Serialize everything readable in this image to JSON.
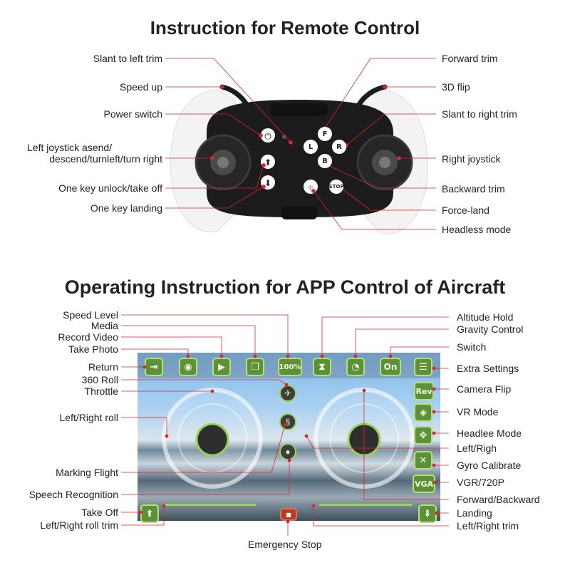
{
  "titles": {
    "remote": "Instruction for Remote Control",
    "app": "Operating Instruction for APP Control of Aircraft"
  },
  "remote_labels": {
    "slant_left_trim": "Slant to left trim",
    "speed_up": "Speed up",
    "power_switch": "Power switch",
    "left_joystick_1": "Left joystick asend/",
    "left_joystick_2": "descend/turnleft/turn right",
    "unlock_takeoff": "One key unlock/take off",
    "key_landing": "One key landing",
    "forward_trim": "Forward trim",
    "flip_3d": "3D flip",
    "slant_right_trim": "Slant to right trim",
    "right_joystick": "Right joystick",
    "backward_trim": "Backward trim",
    "force_land": "Force-land",
    "headless_mode": "Headless mode"
  },
  "remote_buttons": {
    "f": "F",
    "l": "L",
    "r": "R",
    "b": "B",
    "stop": "STOP"
  },
  "app_labels_left": {
    "speed_level": "Speed Level",
    "media": "Media",
    "record_video": "Record Video",
    "take_photo": "Take Photo",
    "return": "Return",
    "roll_360": "360 Roll",
    "throttle": "Throttle",
    "lr_roll": "Left/Right roll",
    "marking_flight": "Marking Flight",
    "speech_recognition": "Speech Recognition",
    "take_off": "Take Off",
    "lr_roll_trim": "Left/Right roll trim"
  },
  "app_labels_right": {
    "altitude_hold": "Altitude Hold",
    "gravity_control": "Gravity Control",
    "switch": "Switch",
    "extra_settings": "Extra Settings",
    "camera_flip": "Camera Flip",
    "vr_mode": "VR Mode",
    "headlee_mode": "Headlee Mode",
    "left_righ": "Left/Righ",
    "gyro_calibrate": "Gyro Calibrate",
    "vgr_720p": "VGR/720P",
    "forward_backward": "Forward/Backward",
    "landing": "Landing",
    "lr_trim": "Left/Right trim"
  },
  "app_labels_bottom": {
    "emergency_stop": "Emergency Stop"
  },
  "screen_ui": {
    "speed_value": "100%",
    "rev": "Rev",
    "vga": "VGA",
    "switch_state": "On"
  },
  "colors": {
    "accent_green": "#5e8f3b",
    "leader_red": "#d9262e",
    "controller_body": "#1c1c1c"
  }
}
